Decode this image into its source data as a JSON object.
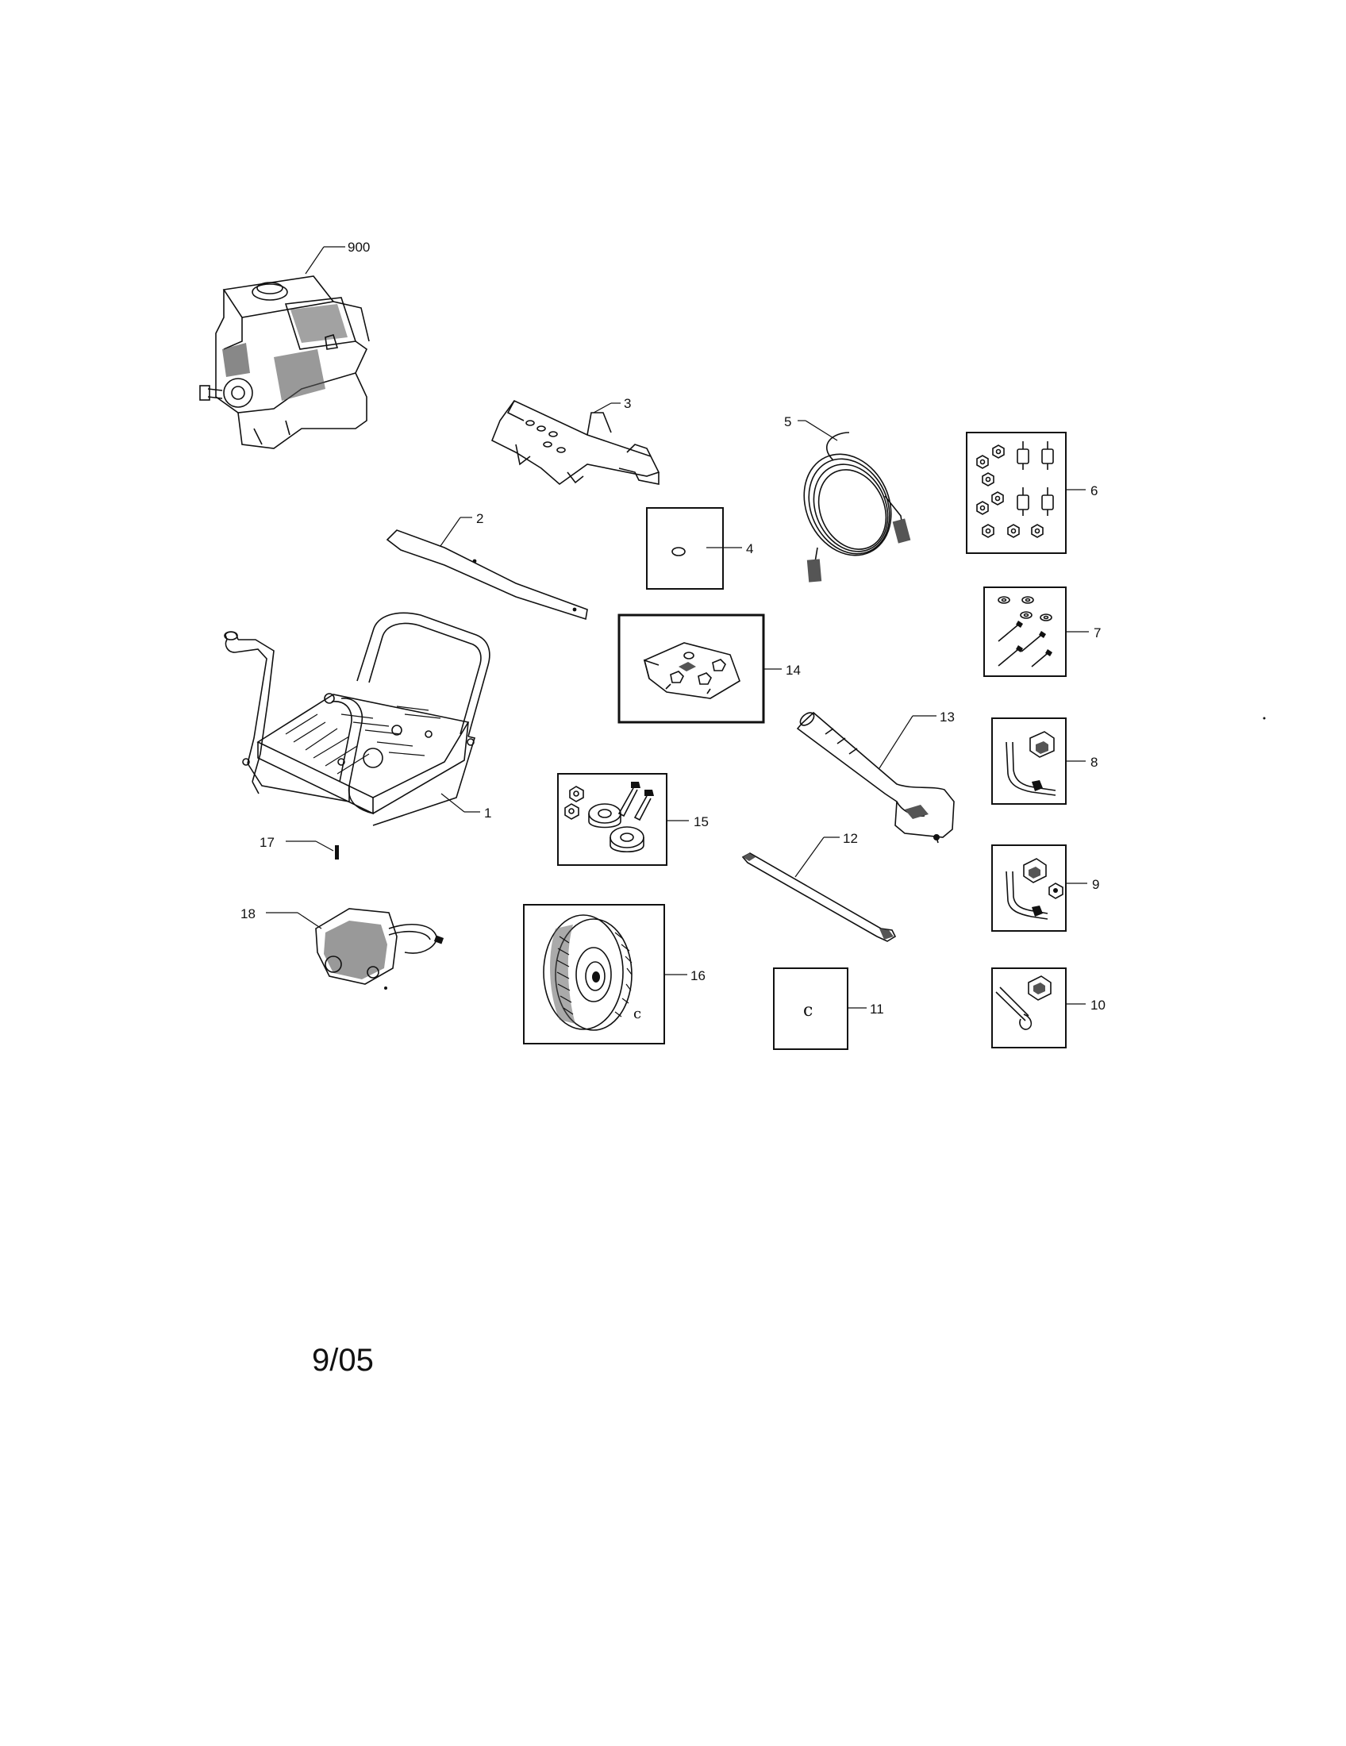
{
  "parts": [
    {
      "id": "engine",
      "number": "900"
    },
    {
      "id": "frame",
      "number": "1"
    },
    {
      "id": "bar",
      "number": "2"
    },
    {
      "id": "bracket",
      "number": "3"
    },
    {
      "id": "plug",
      "number": "4"
    },
    {
      "id": "hose",
      "number": "5"
    },
    {
      "id": "nut-kit",
      "number": "6"
    },
    {
      "id": "bolt-kit",
      "number": "7"
    },
    {
      "id": "handle-bolt-a",
      "number": "8"
    },
    {
      "id": "handle-bolt-b",
      "number": "9"
    },
    {
      "id": "carriage-bolt",
      "number": "10"
    },
    {
      "id": "clip",
      "number": "11"
    },
    {
      "id": "wand",
      "number": "12"
    },
    {
      "id": "spray-gun",
      "number": "13"
    },
    {
      "id": "nozzle-kit",
      "number": "14"
    },
    {
      "id": "wheel-hardware",
      "number": "15"
    },
    {
      "id": "wheel",
      "number": "16"
    },
    {
      "id": "pin",
      "number": "17"
    },
    {
      "id": "pump",
      "number": "18"
    }
  ],
  "footer": {
    "date": "9/05"
  }
}
